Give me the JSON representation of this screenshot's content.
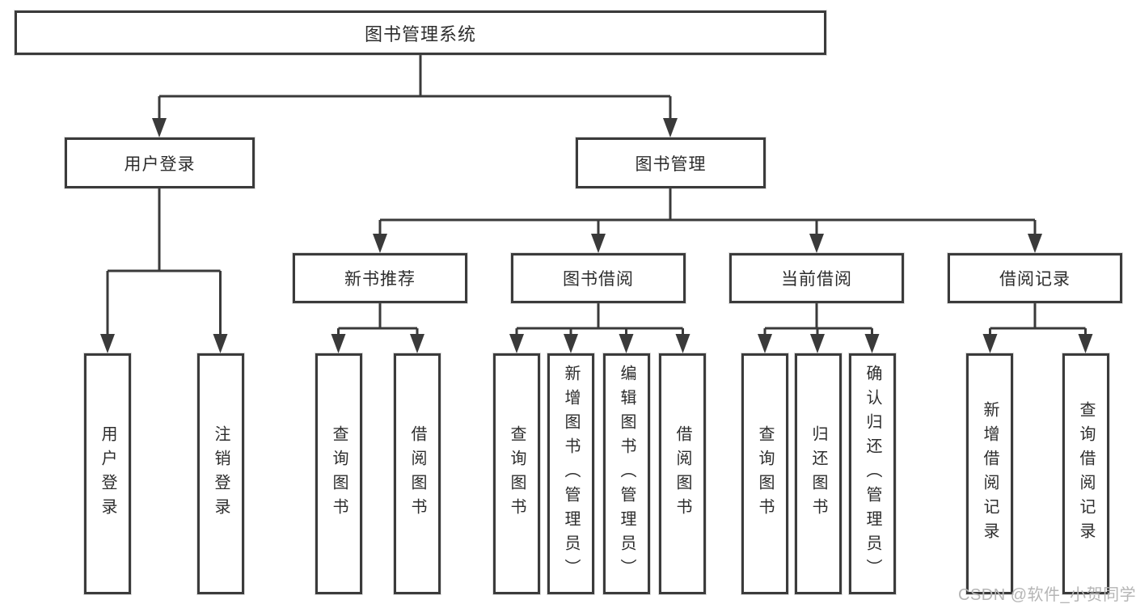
{
  "diagram": {
    "root": "图书管理系统",
    "level2": [
      "用户登录",
      "图书管理"
    ],
    "level3": [
      "新书推荐",
      "图书借阅",
      "当前借阅",
      "借阅记录"
    ],
    "login_children": [
      "用户登录",
      "注销登录"
    ],
    "recommend_children": [
      "查询图书",
      "借阅图书"
    ],
    "borrow_children": [
      "查询图书",
      "新增图书（管理员）",
      "编辑图书（管理员）",
      "借阅图书"
    ],
    "current_children": [
      "查询图书",
      "归还图书",
      "确认归还（管理员）"
    ],
    "record_children": [
      "新增借阅记录",
      "查询借阅记录"
    ],
    "line_color": "#3a3a3a"
  },
  "watermark": "CSDN @软件_小贺同学"
}
